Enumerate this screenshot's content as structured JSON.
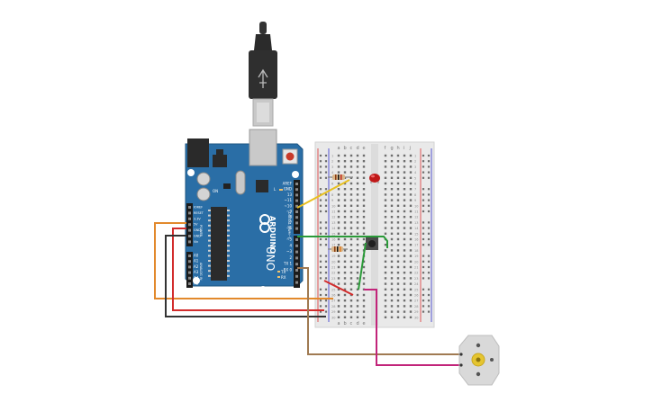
{
  "arduino": {
    "brand": "ARDUINO",
    "model": "UNO",
    "chip_label": "",
    "top_pins": [
      "AREF",
      "GND",
      "13",
      "~11",
      "~10",
      "~9",
      "8",
      "7",
      "~6",
      "~5",
      "4",
      "~3",
      "2",
      "TX 1",
      "RX 0"
    ],
    "top_header_label": "DIGITAL (PWM~)",
    "power_pins": [
      "IOREF",
      "RESET",
      "3.3V",
      "5V",
      "GND",
      "GND",
      "Vin"
    ],
    "power_label": "POWER",
    "analog_pins": [
      "A0",
      "A1",
      "A2",
      "A3",
      "A4",
      "A5"
    ],
    "analog_label": "ANALOG IN",
    "tx_label": "TX",
    "rx_label": "RX",
    "l_label": "L",
    "on_label": "ON"
  },
  "breadboard": {
    "columns_left": [
      "a",
      "b",
      "c",
      "d",
      "e"
    ],
    "columns_right": [
      "f",
      "g",
      "h",
      "i",
      "j"
    ],
    "row_count": 30
  },
  "colors": {
    "board": "#2a6ea6",
    "breadboard": "#e9e9e9",
    "wire_yellow": "#e8c020",
    "wire_green": "#2a9a38",
    "wire_orange": "#e2892c",
    "wire_red": "#d22c2c",
    "wire_black": "#333333",
    "wire_brown": "#a07a52",
    "wire_magenta": "#c2247a",
    "led": "#c01818",
    "motor_body": "#d9d9d9",
    "motor_hub": "#e5c530"
  }
}
